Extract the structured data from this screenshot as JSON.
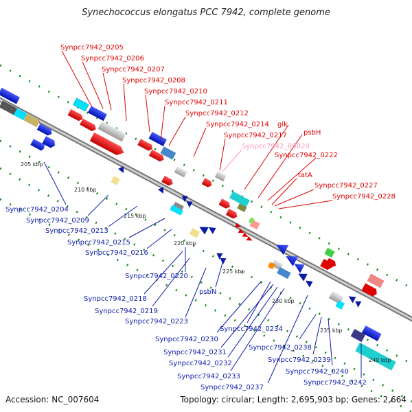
{
  "title": "Synechococcus elongatus PCC 7942, complete genome",
  "accession": "Accession: NC_007604",
  "summary": "Topology: circular; Length: 2,695,903 bp; Genes: 2,664",
  "scale_labels": [
    "205 kbp",
    "210 kbp",
    "215 kbp",
    "220 kbp",
    "225 kbp",
    "230 kbp",
    "235 kbp",
    "240 kbp"
  ],
  "top_labels": [
    {
      "text": "Synpcc7942_0205",
      "color": "#e00000"
    },
    {
      "text": "Synpcc7942_0206",
      "color": "#e00000"
    },
    {
      "text": "Synpcc7942_0207",
      "color": "#e00000"
    },
    {
      "text": "Synpcc7942_0208",
      "color": "#e00000"
    },
    {
      "text": "Synpcc7942_0210",
      "color": "#e00000"
    },
    {
      "text": "Synpcc7942_0211",
      "color": "#e00000"
    },
    {
      "text": "Synpcc7942_0212",
      "color": "#e00000"
    },
    {
      "text": "Synpcc7942_0214",
      "color": "#e00000"
    },
    {
      "text": "Synpcc7942_0217",
      "color": "#e00000"
    },
    {
      "text": "Synpcc7942_R0029",
      "color": "#ff99bb"
    },
    {
      "text": "glk",
      "color": "#e00000"
    },
    {
      "text": "psbH",
      "color": "#e00000"
    },
    {
      "text": "Synpcc7942_0222",
      "color": "#e00000"
    },
    {
      "text": "tatA",
      "color": "#e00000"
    },
    {
      "text": "Synpcc7942_0227",
      "color": "#e00000"
    },
    {
      "text": "Synpcc7942_0228",
      "color": "#e00000"
    }
  ],
  "bottom_labels": [
    {
      "text": "Synpcc7942_0204",
      "color": "#0a1aa8"
    },
    {
      "text": "Synpcc7942_0209",
      "color": "#0a1aa8"
    },
    {
      "text": "Synpcc7942_0213",
      "color": "#0a1aa8"
    },
    {
      "text": "Synpcc7942_0215",
      "color": "#0a1aa8"
    },
    {
      "text": "Synpcc7942_0216",
      "color": "#0a1aa8"
    },
    {
      "text": "Synpcc7942_0220",
      "color": "#0a1aa8"
    },
    {
      "text": "Synpcc7942_0218",
      "color": "#0a1aa8"
    },
    {
      "text": "psbN",
      "color": "#0a1aa8"
    },
    {
      "text": "Synpcc7942_0219",
      "color": "#0a1aa8"
    },
    {
      "text": "Synpcc7942_0223",
      "color": "#0a1aa8"
    },
    {
      "text": "Synpcc7942_0234",
      "color": "#0a1aa8"
    },
    {
      "text": "Synpcc7942_0230",
      "color": "#0a1aa8"
    },
    {
      "text": "Synpcc7942_0238",
      "color": "#0a1aa8"
    },
    {
      "text": "Synpcc7942_0231",
      "color": "#0a1aa8"
    },
    {
      "text": "Synpcc7942_0239",
      "color": "#0a1aa8"
    },
    {
      "text": "Synpcc7942_0232",
      "color": "#0a1aa8"
    },
    {
      "text": "Synpcc7942_0240",
      "color": "#0a1aa8"
    },
    {
      "text": "Synpcc7942_0233",
      "color": "#0a1aa8"
    },
    {
      "text": "Synpcc7942_0242",
      "color": "#0a1aa8"
    },
    {
      "text": "Synpcc7942_0237",
      "color": "#0a1aa8"
    }
  ],
  "colors": {
    "forward_strand": "#e00000",
    "reverse_strand": "#0a1aa8",
    "rna": "#ff99bb",
    "backbone": "#8a8a8a",
    "tick": "#1a8a1a"
  }
}
